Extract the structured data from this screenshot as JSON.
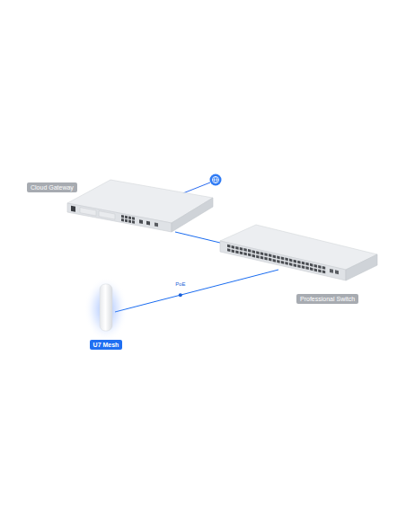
{
  "diagram": {
    "nodes": [
      {
        "text": [
          "Cloud Gateway"
        ]
      },
      {
        "text": [
          "Professional Switch"
        ]
      },
      {
        "text": [
          "U7 Mesh"
        ]
      }
    ],
    "edges": [
      {
        "from": 0,
        "to": 1,
        "arrow": "none"
      },
      {
        "from": 1,
        "to": 2,
        "label": "PoE",
        "arrow": "none"
      }
    ]
  }
}
